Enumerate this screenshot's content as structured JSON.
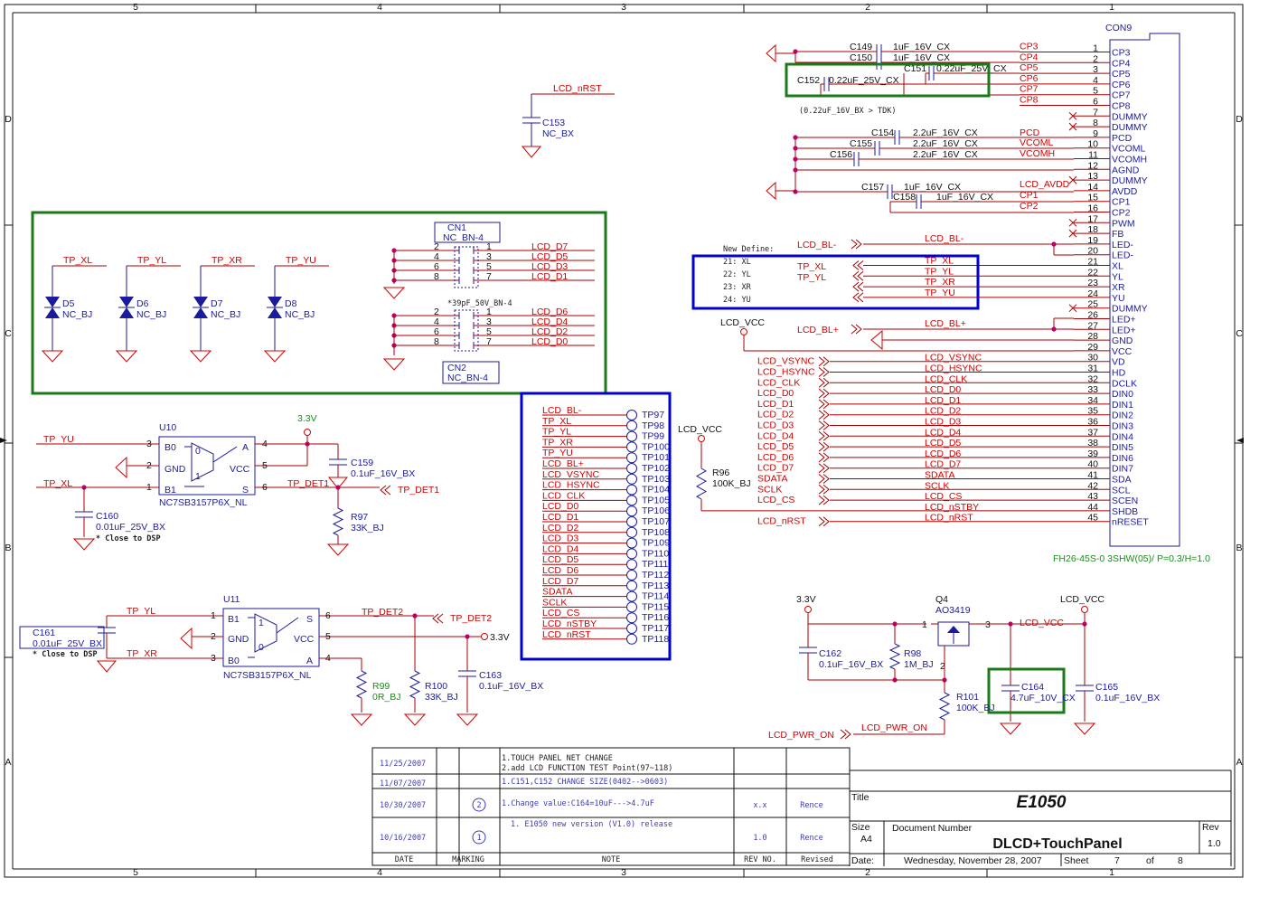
{
  "border": {
    "cols_top": [
      "5",
      "4",
      "3",
      "2",
      "1"
    ],
    "rows": [
      "D",
      "C",
      "B",
      "A"
    ]
  },
  "connector": {
    "name": "CON9",
    "part": "FH26-45S-0 3SHW(05)/ P=0.3/H=1.0",
    "pins": [
      {
        "n": "1",
        "name": "CP3"
      },
      {
        "n": "2",
        "name": "CP4"
      },
      {
        "n": "3",
        "name": "CP5"
      },
      {
        "n": "4",
        "name": "CP6"
      },
      {
        "n": "5",
        "name": "CP7"
      },
      {
        "n": "6",
        "name": "CP8"
      },
      {
        "n": "7",
        "name": "DUMMY"
      },
      {
        "n": "8",
        "name": "DUMMY"
      },
      {
        "n": "9",
        "name": "PCD"
      },
      {
        "n": "10",
        "name": "VCOML"
      },
      {
        "n": "11",
        "name": "VCOMH"
      },
      {
        "n": "12",
        "name": "AGND"
      },
      {
        "n": "13",
        "name": "DUMMY"
      },
      {
        "n": "14",
        "name": "AVDD"
      },
      {
        "n": "15",
        "name": "CP1"
      },
      {
        "n": "16",
        "name": "CP2"
      },
      {
        "n": "17",
        "name": "PWM"
      },
      {
        "n": "18",
        "name": "FB"
      },
      {
        "n": "19",
        "name": "LED-"
      },
      {
        "n": "20",
        "name": "LED-"
      },
      {
        "n": "21",
        "name": "XL"
      },
      {
        "n": "22",
        "name": "YL"
      },
      {
        "n": "23",
        "name": "XR"
      },
      {
        "n": "24",
        "name": "YU"
      },
      {
        "n": "25",
        "name": "DUMMY"
      },
      {
        "n": "26",
        "name": "LED+"
      },
      {
        "n": "27",
        "name": "LED+"
      },
      {
        "n": "28",
        "name": "GND"
      },
      {
        "n": "29",
        "name": "VCC"
      },
      {
        "n": "30",
        "name": "VD"
      },
      {
        "n": "31",
        "name": "HD"
      },
      {
        "n": "32",
        "name": "DCLK"
      },
      {
        "n": "33",
        "name": "DIN0"
      },
      {
        "n": "34",
        "name": "DIN1"
      },
      {
        "n": "35",
        "name": "DIN2"
      },
      {
        "n": "36",
        "name": "DIN3"
      },
      {
        "n": "37",
        "name": "DIN4"
      },
      {
        "n": "38",
        "name": "DIN5"
      },
      {
        "n": "39",
        "name": "DIN6"
      },
      {
        "n": "40",
        "name": "DIN7"
      },
      {
        "n": "41",
        "name": "SDA"
      },
      {
        "n": "42",
        "name": "SCL"
      },
      {
        "n": "43",
        "name": "SCEN"
      },
      {
        "n": "44",
        "name": "SHDB"
      },
      {
        "n": "45",
        "name": "nRESET"
      }
    ],
    "nets": {
      "1": "CP3",
      "2": "CP4",
      "3": "CP5",
      "4": "CP6",
      "5": "CP7",
      "6": "CP8",
      "9": "PCD",
      "10": "VCOML",
      "11": "VCOMH",
      "14": "LCD_AVDD",
      "15": "CP1",
      "16": "CP2",
      "19": "LCD_BL-",
      "21": "TP_XL",
      "22": "TP_YL",
      "23": "TP_XR",
      "24": "TP_YU",
      "26": "LCD_BL+",
      "30": "LCD_VSYNC",
      "31": "LCD_HSYNC",
      "32": "LCD_CLK",
      "33": "LCD_D0",
      "34": "LCD_D1",
      "35": "LCD_D2",
      "36": "LCD_D3",
      "37": "LCD_D4",
      "38": "LCD_D5",
      "39": "LCD_D6",
      "40": "LCD_D7",
      "41": "SDATA",
      "42": "SCLK",
      "43": "LCD_CS",
      "44": "LCD_nSTBY",
      "45": "LCD_nRST"
    }
  },
  "caps_top": [
    {
      "ref": "C149",
      "val": "1uF_16V_CX"
    },
    {
      "ref": "C150",
      "val": "1uF_16V_CX"
    },
    {
      "ref": "C151",
      "val": "0.22uF_25V_CX"
    },
    {
      "ref": "C152",
      "val": "0.22uF_25V_CX"
    },
    {
      "ref": "C154",
      "val": "2.2uF_16V_CX"
    },
    {
      "ref": "C155",
      "val": "2.2uF_16V_CX"
    },
    {
      "ref": "C156",
      "val": "2.2uF_16V_CX"
    },
    {
      "ref": "C157",
      "val": "1uF_16V_CX"
    },
    {
      "ref": "C158",
      "val": "1uF_16V_CX"
    }
  ],
  "note_022": "(0.22uF_16V_BX > TDK)",
  "c153": {
    "net": "LCD_nRST",
    "ref": "C153",
    "val": "NC_BX"
  },
  "new_define": {
    "title": "New Define:",
    "items": [
      "21: XL",
      "22: YL",
      "23: XR",
      "24: YU"
    ]
  },
  "left_nets": {
    "bl_minus": "LCD_BL-",
    "bl_plus": "LCD_BL+",
    "lcd_vcc": "LCD_VCC",
    "tp_xl": "TP_XL",
    "tp_yl": "TP_YL",
    "rgb": [
      "LCD_VSYNC",
      "LCD_HSYNC",
      "LCD_CLK",
      "LCD_D0",
      "LCD_D1",
      "LCD_D2",
      "LCD_D3",
      "LCD_D4",
      "LCD_D5",
      "LCD_D6",
      "LCD_D7"
    ],
    "spi": [
      "SDATA",
      "SCLK",
      "LCD_CS"
    ],
    "nrst": "LCD_nRST"
  },
  "r96": {
    "ref": "R96",
    "val": "100K_BJ",
    "net": "LCD_VCC"
  },
  "diodes": [
    {
      "net": "TP_XL",
      "ref": "D5",
      "val": "NC_BJ"
    },
    {
      "net": "TP_YL",
      "ref": "D6",
      "val": "NC_BJ"
    },
    {
      "net": "TP_XR",
      "ref": "D7",
      "val": "NC_BJ"
    },
    {
      "net": "TP_YU",
      "ref": "D8",
      "val": "NC_BJ"
    }
  ],
  "cn1": {
    "ref": "CN1",
    "val": "NC_BN-4",
    "note": "*39pF_50V_BN-4",
    "nets": [
      "LCD_D7",
      "LCD_D5",
      "LCD_D3",
      "LCD_D1"
    ],
    "pl": [
      "2",
      "4",
      "6",
      "8"
    ],
    "pr": [
      "1",
      "3",
      "5",
      "7"
    ]
  },
  "cn2": {
    "ref": "CN2",
    "val": "NC_BN-4",
    "nets": [
      "LCD_D6",
      "LCD_D4",
      "LCD_D2",
      "LCD_D0"
    ],
    "pl": [
      "2",
      "4",
      "6",
      "8"
    ],
    "pr": [
      "1",
      "3",
      "5",
      "7"
    ]
  },
  "testpoints": [
    {
      "net": "LCD_BL-",
      "tp": "TP97"
    },
    {
      "net": "TP_XL",
      "tp": "TP98"
    },
    {
      "net": "TP_YL",
      "tp": "TP99"
    },
    {
      "net": "TP_XR",
      "tp": "TP100"
    },
    {
      "net": "TP_YU",
      "tp": "TP101"
    },
    {
      "net": "LCD_BL+",
      "tp": "TP102"
    },
    {
      "net": "LCD_VSYNC",
      "tp": "TP103"
    },
    {
      "net": "LCD_HSYNC",
      "tp": "TP104"
    },
    {
      "net": "LCD_CLK",
      "tp": "TP105"
    },
    {
      "net": "LCD_D0",
      "tp": "TP106"
    },
    {
      "net": "LCD_D1",
      "tp": "TP107"
    },
    {
      "net": "LCD_D2",
      "tp": "TP108"
    },
    {
      "net": "LCD_D3",
      "tp": "TP109"
    },
    {
      "net": "LCD_D4",
      "tp": "TP110"
    },
    {
      "net": "LCD_D5",
      "tp": "TP111"
    },
    {
      "net": "LCD_D6",
      "tp": "TP112"
    },
    {
      "net": "LCD_D7",
      "tp": "TP113"
    },
    {
      "net": "SDATA",
      "tp": "TP114"
    },
    {
      "net": "SCLK",
      "tp": "TP115"
    },
    {
      "net": "LCD_CS",
      "tp": "TP116"
    },
    {
      "net": "LCD_nSTBY",
      "tp": "TP117"
    },
    {
      "net": "LCD_nRST",
      "tp": "TP118"
    }
  ],
  "u10": {
    "ref": "U10",
    "part": "NC7SB3157P6X_NL",
    "in1": "TP_YU",
    "in2": "TP_XL",
    "rail": "3.3V",
    "det": "TP_DET1",
    "pins": {
      "B0": "B0",
      "GND": "GND",
      "B1": "B1",
      "A": "A",
      "VCC": "VCC",
      "S": "S"
    },
    "nums": [
      "3",
      "2",
      "1",
      "4",
      "5",
      "6"
    ],
    "c159": {
      "ref": "C159",
      "val": "0.1uF_16V_BX"
    },
    "r97": {
      "ref": "R97",
      "val": "33K_BJ"
    },
    "c160": {
      "ref": "C160",
      "val": "0.01uF_25V_BX",
      "note": "* Close to DSP"
    }
  },
  "u11": {
    "ref": "U11",
    "part": "NC7SB3157P6X_NL",
    "in1": "TP_YL",
    "in2": "TP_XR",
    "rail": "3.3V",
    "det": "TP_DET2",
    "pins": {
      "B1": "B1",
      "GND": "GND",
      "B0": "B0",
      "S": "S",
      "VCC": "VCC",
      "A": "A"
    },
    "nums": [
      "1",
      "2",
      "3",
      "6",
      "5",
      "4"
    ],
    "c161": {
      "ref": "C161",
      "val": "0.01uF_25V_BX",
      "note": "* Close to DSP"
    },
    "r99": {
      "ref": "R99",
      "val": "0R_BJ"
    },
    "r100": {
      "ref": "R100",
      "val": "33K_BJ"
    },
    "c163": {
      "ref": "C163",
      "val": "0.1uF_16V_BX"
    }
  },
  "power": {
    "in": "3.3V",
    "out": "LCD_VCC",
    "q": "Q4",
    "q_part": "AO3419",
    "net_out": "LCD_VCC",
    "en": "LCD_PWR_ON",
    "c162": {
      "ref": "C162",
      "val": "0.1uF_16V_BX"
    },
    "r98": {
      "ref": "R98",
      "val": "1M_BJ"
    },
    "r101": {
      "ref": "R101",
      "val": "100K_BJ"
    },
    "c164": {
      "ref": "C164",
      "val": "4.7uF_10V_CX"
    },
    "c165": {
      "ref": "C165",
      "val": "0.1uF_16V_BX"
    },
    "pins": [
      "1",
      "3",
      "2"
    ]
  },
  "rev_table": {
    "rows": [
      {
        "date": "11/25/2007",
        "mark": "",
        "note1": "1.TOUCH PANEL NET CHANGE",
        "note2": "2.add LCD FUNCTION TEST Point(97~118)",
        "rev": "",
        "by": ""
      },
      {
        "date": "11/07/2007",
        "mark": "",
        "note1": "1.C151,C152 CHANGE SIZE(0402-->0603)",
        "note2": "",
        "rev": "",
        "by": ""
      },
      {
        "date": "10/30/2007",
        "mark": "2",
        "note1": "1.Change value:C164=10uF--->4.7uF",
        "note2": "",
        "rev": "x.x",
        "by": "Rence"
      },
      {
        "date": "10/16/2007",
        "mark": "1",
        "note1": "1. E1050 new version (V1.0) release",
        "note2": "",
        "rev": "1.0",
        "by": "Rence"
      }
    ],
    "header": {
      "date": "DATE",
      "mark": "MARKING",
      "note": "NOTE",
      "rev": "REV NO.",
      "by": "Revised"
    }
  },
  "title_block": {
    "title_label": "Title",
    "title": "E1050",
    "size_label": "Size",
    "size": "A4",
    "docnum_label": "Document Number",
    "doc": "DLCD+TouchPanel",
    "rev_label": "Rev",
    "rev": "1.0",
    "date_label": "Date:",
    "date": "Wednesday, November 28, 2007",
    "sheet_label": "Sheet",
    "sheet": "7",
    "of_label": "of",
    "total": "8"
  },
  "colors": {
    "net": "#d40000",
    "component": "#1b1b9e",
    "green_box": "#1a7a1a",
    "blue_box": "#0000d0"
  }
}
